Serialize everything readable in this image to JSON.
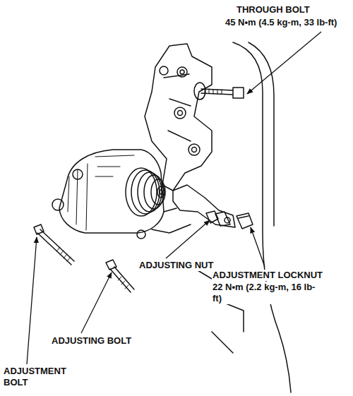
{
  "diagram": {
    "labels": [
      "THROUGH BOLT",
      "45 N•m (4.5 kg-m, 33 lb-ft)",
      "ADJUSTING NUT",
      "ADJUSTMENT LOCKNUT",
      "22 N•m (2.2 kg-m, 16 lb-ft)",
      "ADJUSTING BOLT",
      "ADJUSTMENT BOLT"
    ]
  }
}
